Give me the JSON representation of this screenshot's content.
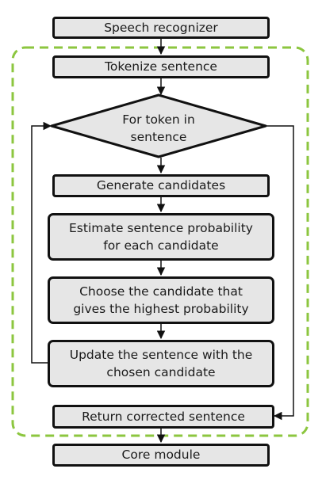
{
  "flowchart": {
    "colors": {
      "box_fill": "#e6e6e6",
      "stroke": "#111111",
      "group_border": "#8cc63f",
      "text": "#1a1a1a"
    },
    "nodes": {
      "speech_recognizer": "Speech recognizer",
      "tokenize": "Tokenize sentence",
      "loop_condition": "For token in\nsentence",
      "generate": "Generate candidates",
      "estimate": "Estimate sentence probability\nfor each candidate",
      "choose": "Choose the candidate that\ngives the highest probability",
      "update": "Update the sentence with the\nchosen candidate",
      "return": "Return corrected sentence",
      "core": "Core module"
    }
  }
}
